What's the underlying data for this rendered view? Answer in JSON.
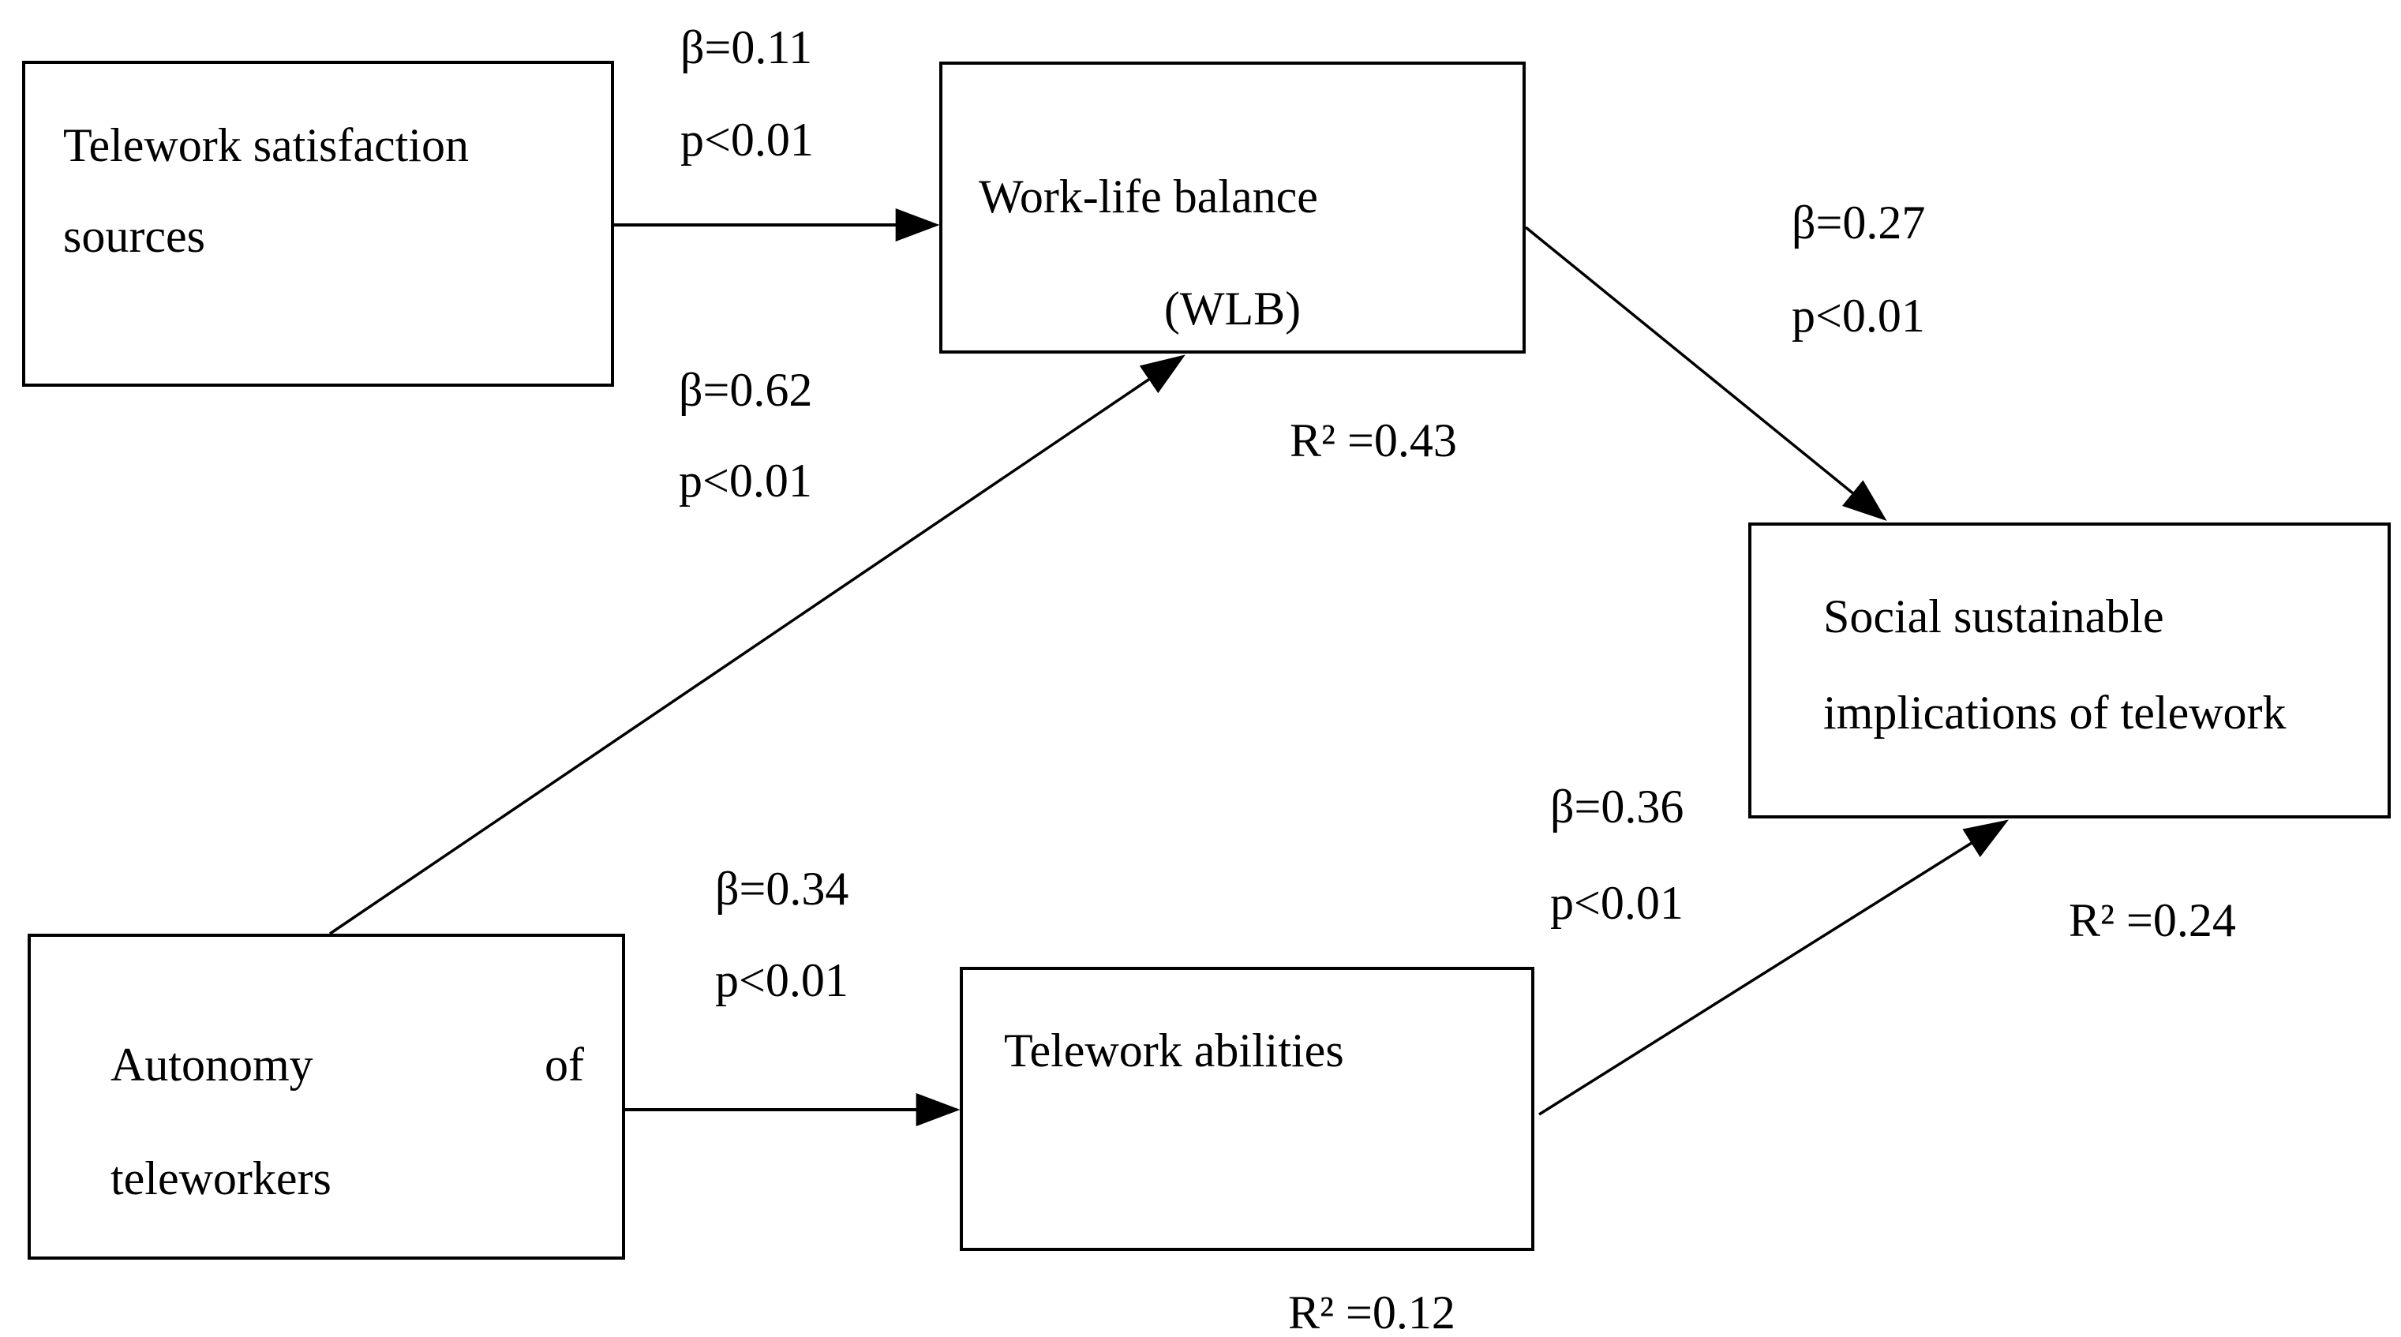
{
  "diagram": {
    "figure_type": "structural path model",
    "colors": {
      "background": "#ffffff",
      "line": "#000000",
      "text": "#000000",
      "box_fill": "#ffffff"
    },
    "nodes": {
      "telework_satisfaction": {
        "line1": "Telework satisfaction",
        "line2": "sources"
      },
      "wlb": {
        "line1": "Work-life balance",
        "line2": "(WLB)",
        "r2": "R² =0.43"
      },
      "social": {
        "line1": "Social sustainable",
        "line2": "implications of telework",
        "r2": "R² =0.24"
      },
      "autonomy": {
        "word1": "Autonomy",
        "word2": "of",
        "line2": "teleworkers"
      },
      "abilities": {
        "label": "Telework abilities",
        "r2": "R² =0.12"
      }
    },
    "edges": [
      {
        "from": "Telework satisfaction sources",
        "to": "Work-life balance (WLB)",
        "beta": "β=0.11",
        "p": "p<0.01"
      },
      {
        "from": "Autonomy of teleworkers",
        "to": "Work-life balance (WLB)",
        "beta": "β=0.62",
        "p": "p<0.01"
      },
      {
        "from": "Work-life balance (WLB)",
        "to": "Social sustainable implications of telework",
        "beta": "β=0.27",
        "p": "p<0.01"
      },
      {
        "from": "Autonomy of teleworkers",
        "to": "Telework abilities",
        "beta": "β=0.34",
        "p": "p<0.01"
      },
      {
        "from": "Telework abilities",
        "to": "Social sustainable implications of telework",
        "beta": "β=0.36",
        "p": "p<0.01"
      }
    ]
  }
}
